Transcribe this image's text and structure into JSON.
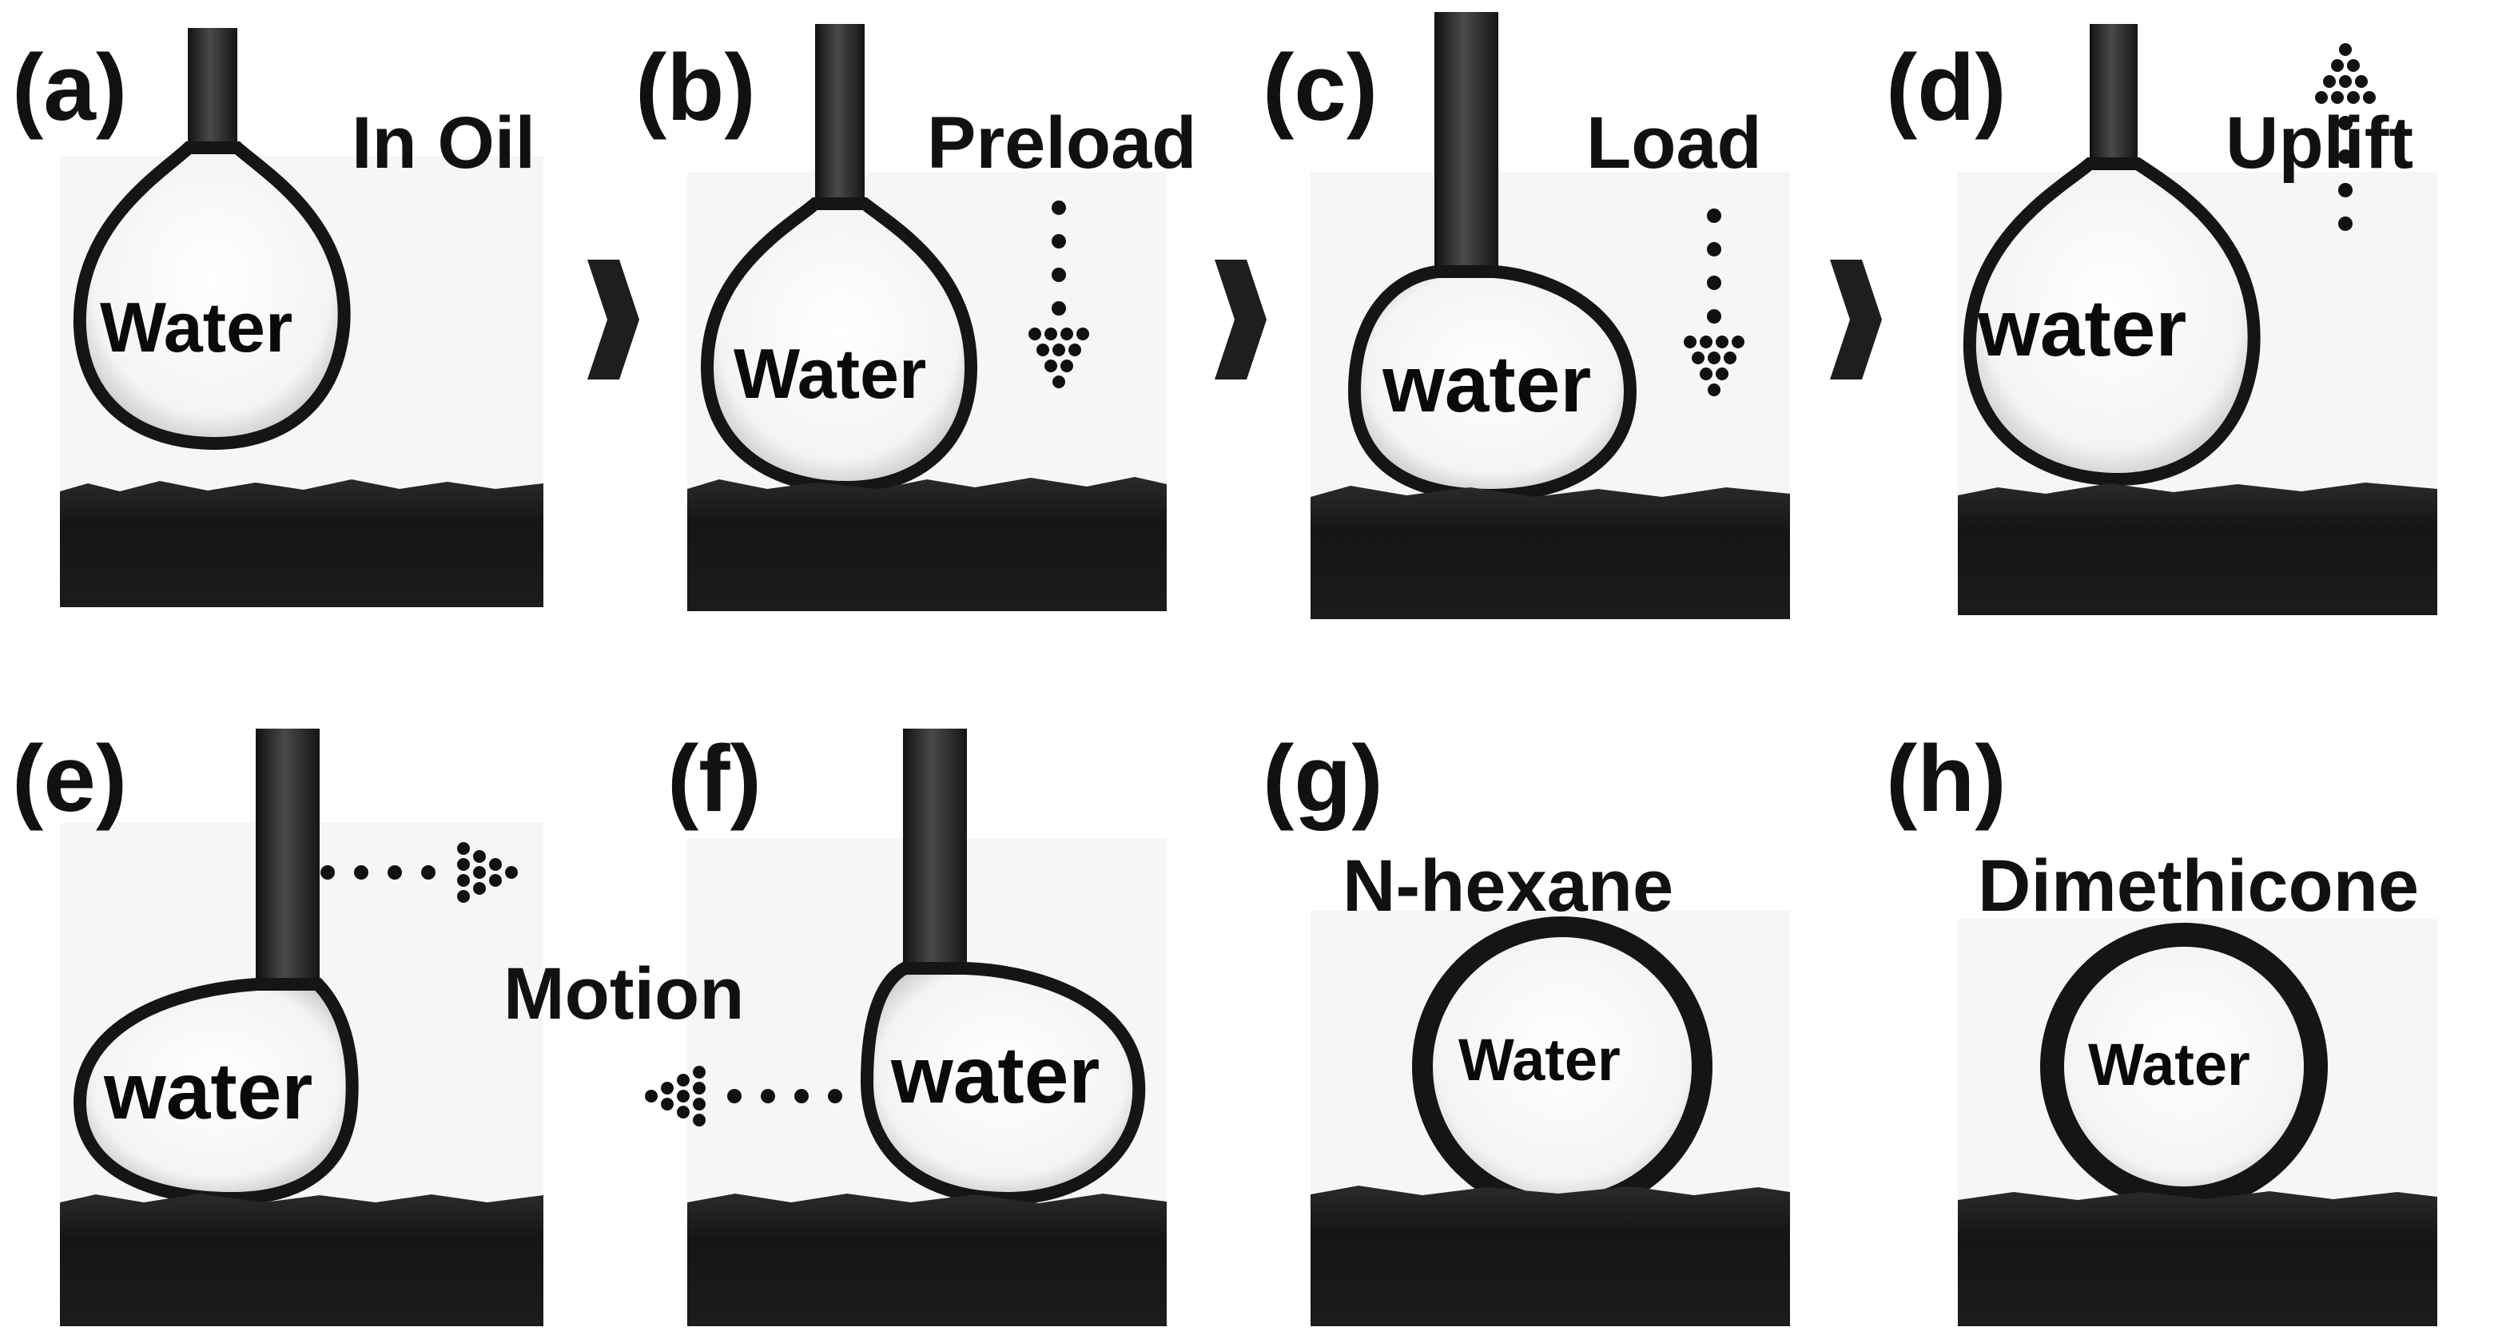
{
  "colors": {
    "background": "#ffffff",
    "substrate": "#161616",
    "needle": "#2a2a2a",
    "droplet_outline": "#1a1a1a",
    "droplet_fill": "#f2f2f2",
    "text": "#111111"
  },
  "panels": [
    {
      "id": "a",
      "label": "(a)",
      "caption": "In Oil",
      "droplet_text": "Water",
      "arrow": "none"
    },
    {
      "id": "b",
      "label": "(b)",
      "caption": "Preload",
      "droplet_text": "Water",
      "arrow": "down"
    },
    {
      "id": "c",
      "label": "(c)",
      "caption": "Load",
      "droplet_text": "water",
      "arrow": "down"
    },
    {
      "id": "d",
      "label": "(d)",
      "caption": "Uplift",
      "droplet_text": "water",
      "arrow": "up"
    },
    {
      "id": "e",
      "label": "(e)",
      "caption": "",
      "droplet_text": "water",
      "arrow": "right"
    },
    {
      "id": "f",
      "label": "(f)",
      "caption": "Motion",
      "droplet_text": "water",
      "arrow": "left"
    },
    {
      "id": "g",
      "label": "(g)",
      "caption": "N-hexane",
      "droplet_text": "Water",
      "arrow": "none"
    },
    {
      "id": "h",
      "label": "(h)",
      "caption": "Dimethicone",
      "droplet_text": "Water",
      "arrow": "none"
    }
  ],
  "sequence_arrows": [
    {
      "from": "a",
      "to": "b"
    },
    {
      "from": "b",
      "to": "c"
    },
    {
      "from": "c",
      "to": "d"
    }
  ],
  "icons": {
    "droplet": "water-droplet-icon",
    "needle": "needle-icon",
    "substrate": "substrate-icon",
    "step_arrow": "step-arrow-icon",
    "dotted_arrow": "dotted-arrow-icon"
  }
}
